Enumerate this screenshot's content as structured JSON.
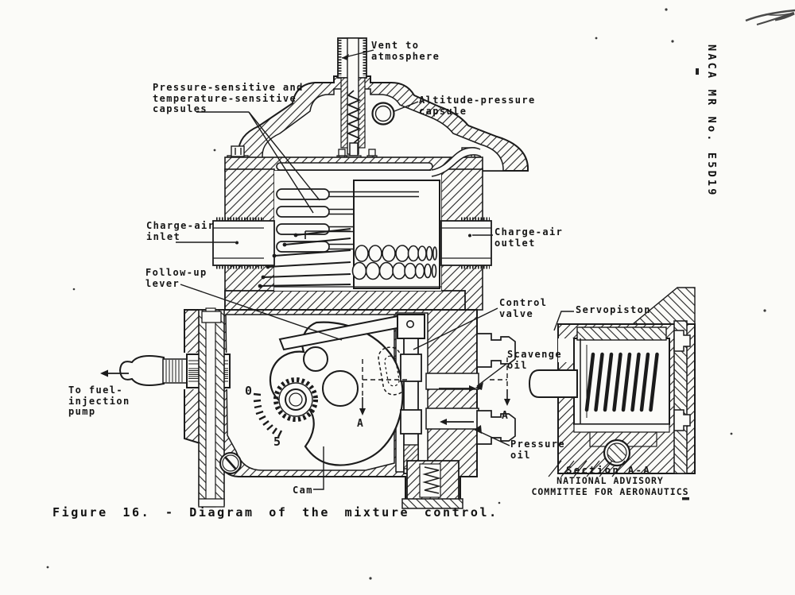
{
  "page": {
    "side_label": "NACA MR No. E5D19",
    "caption": "Figure 16. - Diagram of the mixture control.",
    "footer": {
      "section_title": "Section A-A",
      "advisory_line1": "NATIONAL ADVISORY",
      "advisory_line2": "COMMITTEE FOR AERONAUTICS"
    }
  },
  "labels": {
    "vent": {
      "lines": [
        "Vent to",
        "atmosphere"
      ]
    },
    "capsules": {
      "lines": [
        "Pressure-sensitive and",
        "temperature-sensitive",
        "capsules"
      ]
    },
    "altitude": {
      "lines": [
        "Altitude-pressure",
        "capsule"
      ]
    },
    "charge_air_inlet": {
      "lines": [
        "Charge-air",
        "inlet"
      ]
    },
    "charge_air_outlet": {
      "lines": [
        "Charge-air",
        "outlet"
      ]
    },
    "follow_up_lever": {
      "lines": [
        "Follow-up",
        "lever"
      ]
    },
    "control_valve": {
      "lines": [
        "Control",
        "valve"
      ]
    },
    "servopiston": {
      "lines": [
        "Servopiston"
      ]
    },
    "scavenge_oil": {
      "lines": [
        "Scavenge",
        "oil"
      ]
    },
    "fuel_pump": {
      "lines": [
        "To fuel-",
        "injection",
        "pump"
      ]
    },
    "pressure_oil": {
      "lines": [
        "Pressure",
        "oil"
      ]
    },
    "cam": {
      "lines": [
        "Cam"
      ]
    },
    "section_marker": "A",
    "cam_scale": {
      "zero": "0",
      "five": "5"
    }
  },
  "colors": {
    "ink": "#1b1b1b",
    "paper": "#fbfbf8"
  }
}
